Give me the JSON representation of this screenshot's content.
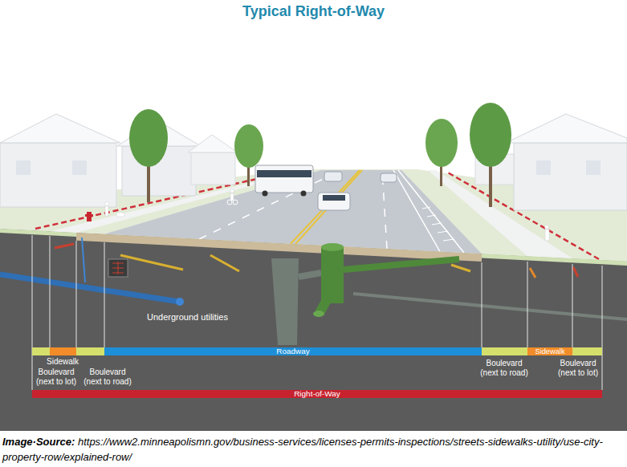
{
  "diagram": {
    "title": "Typical Right-of-Way",
    "caption": "Image·Source: https://www2.minneapolismn.gov/business-services/licenses-permits-inspections/streets-sidewalks-utility/use-city-property-row/explained-row/",
    "nodes": [
      {
        "text": [
          "Boulevard (next to lot)"
        ]
      },
      {
        "text": [
          "Sidewalk"
        ]
      },
      {
        "text": [
          "Boulevard (next to road)"
        ]
      },
      {
        "text": [
          "Roadway"
        ]
      },
      {
        "text": [
          "Boulevard (next to road)"
        ]
      },
      {
        "text": [
          "Sidewalk"
        ]
      },
      {
        "text": [
          "Boulevard (next to lot)"
        ]
      },
      {
        "text": [
          "Right-of-Way"
        ]
      }
    ],
    "labels": [
      "Underground utilities"
    ]
  }
}
